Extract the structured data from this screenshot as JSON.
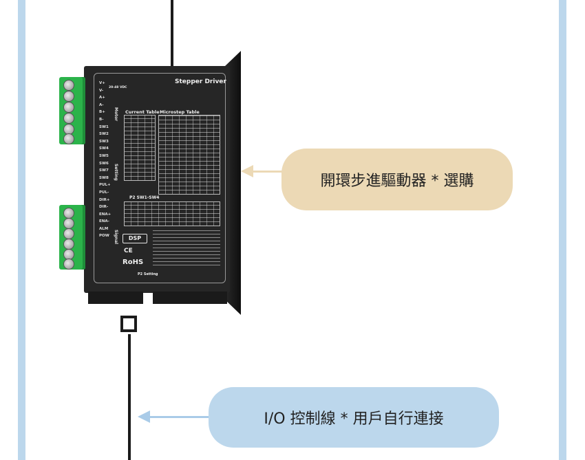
{
  "driver": {
    "title": "Stepper Driver",
    "pins": [
      "V+",
      "V-",
      "A+",
      "A-",
      "B+",
      "B-",
      "SW1",
      "SW2",
      "SW3",
      "SW4",
      "SW5",
      "SW6",
      "SW7",
      "SW8",
      "PUL+",
      "PUL-",
      "DIR+",
      "DIR-",
      "ENA+",
      "ENA-",
      "ALM",
      "POW"
    ],
    "voltage": "20-48 VDC",
    "group_motor": "Motor",
    "group_setting": "Setting",
    "group_signal": "Signal",
    "current_table_title": "Current Table",
    "microstep_table_title": "Microstep Table",
    "p2_label": "P2 SW1-SW4",
    "p2_setting": "P2 Setting",
    "dsp": "DSP",
    "ce": "CE",
    "rohs": "RoHS"
  },
  "callouts": {
    "open_loop": "開環步進驅動器 * 選購",
    "io_cable": "I/O 控制線 * 用戶自行連接"
  },
  "colors": {
    "frame": "#bcd7ec",
    "callout_beige": "#ecd9b5",
    "callout_blue": "#bcd7ec",
    "terminal_green": "#2bb34a"
  }
}
